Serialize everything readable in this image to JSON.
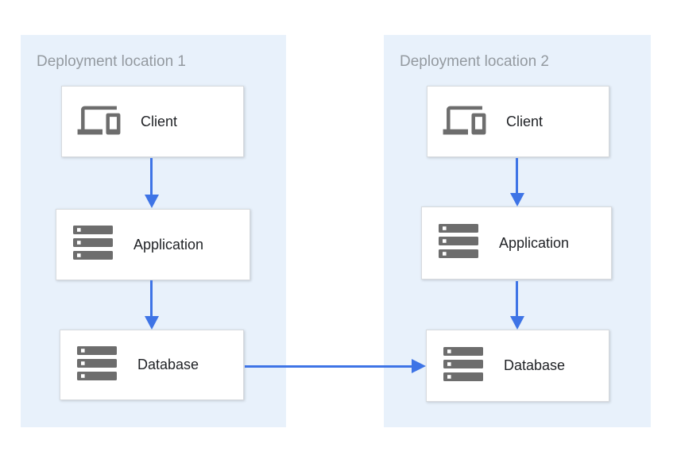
{
  "diagram": {
    "panels": [
      {
        "id": "deployment-location-1",
        "title": "Deployment location 1",
        "nodes": [
          {
            "id": "client",
            "label": "Client",
            "icon": "devices-icon"
          },
          {
            "id": "application",
            "label": "Application",
            "icon": "server-stack-icon"
          },
          {
            "id": "database",
            "label": "Database",
            "icon": "server-stack-icon"
          }
        ]
      },
      {
        "id": "deployment-location-2",
        "title": "Deployment location 2",
        "nodes": [
          {
            "id": "client",
            "label": "Client",
            "icon": "devices-icon"
          },
          {
            "id": "application",
            "label": "Application",
            "icon": "server-stack-icon"
          },
          {
            "id": "database",
            "label": "Database",
            "icon": "server-stack-icon"
          }
        ]
      }
    ],
    "edges": [
      {
        "from": "deployment-location-1.client",
        "to": "deployment-location-1.application",
        "direction": "down"
      },
      {
        "from": "deployment-location-1.application",
        "to": "deployment-location-1.database",
        "direction": "down"
      },
      {
        "from": "deployment-location-2.client",
        "to": "deployment-location-2.application",
        "direction": "down"
      },
      {
        "from": "deployment-location-2.application",
        "to": "deployment-location-2.database",
        "direction": "down"
      },
      {
        "from": "deployment-location-1.database",
        "to": "deployment-location-2.database",
        "direction": "right"
      }
    ],
    "colors": {
      "panel_background": "#e8f1fb",
      "arrow_blue": "#3e74e6",
      "icon_gray": "#6d6d6d",
      "title_gray": "#949aa0",
      "label_text": "#1f2125",
      "node_border": "#d7dade",
      "node_background": "#ffffff"
    }
  }
}
